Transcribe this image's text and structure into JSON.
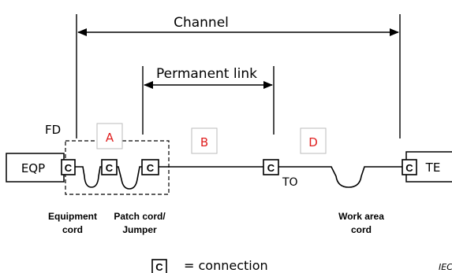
{
  "labels": {
    "channel": "Channel",
    "permanent_link": "Permanent link",
    "fd": "FD",
    "eqp": "EQP",
    "te": "TE",
    "to": "TO",
    "connector": "C",
    "equipment_cord_line1": "Equipment",
    "equipment_cord_line2": "cord",
    "patch_cord_line1": "Patch cord/",
    "patch_cord_line2": "Jumper",
    "work_area_line1": "Work area",
    "work_area_line2": "cord",
    "legend_text": "= connection",
    "watermark": "IEC"
  },
  "region_labels": {
    "a": "A",
    "b": "B",
    "d": "D"
  },
  "colors": {
    "line": "#000000",
    "region_label": "#e02020",
    "region_box": "#bbbbbb",
    "background": "#ffffff"
  }
}
